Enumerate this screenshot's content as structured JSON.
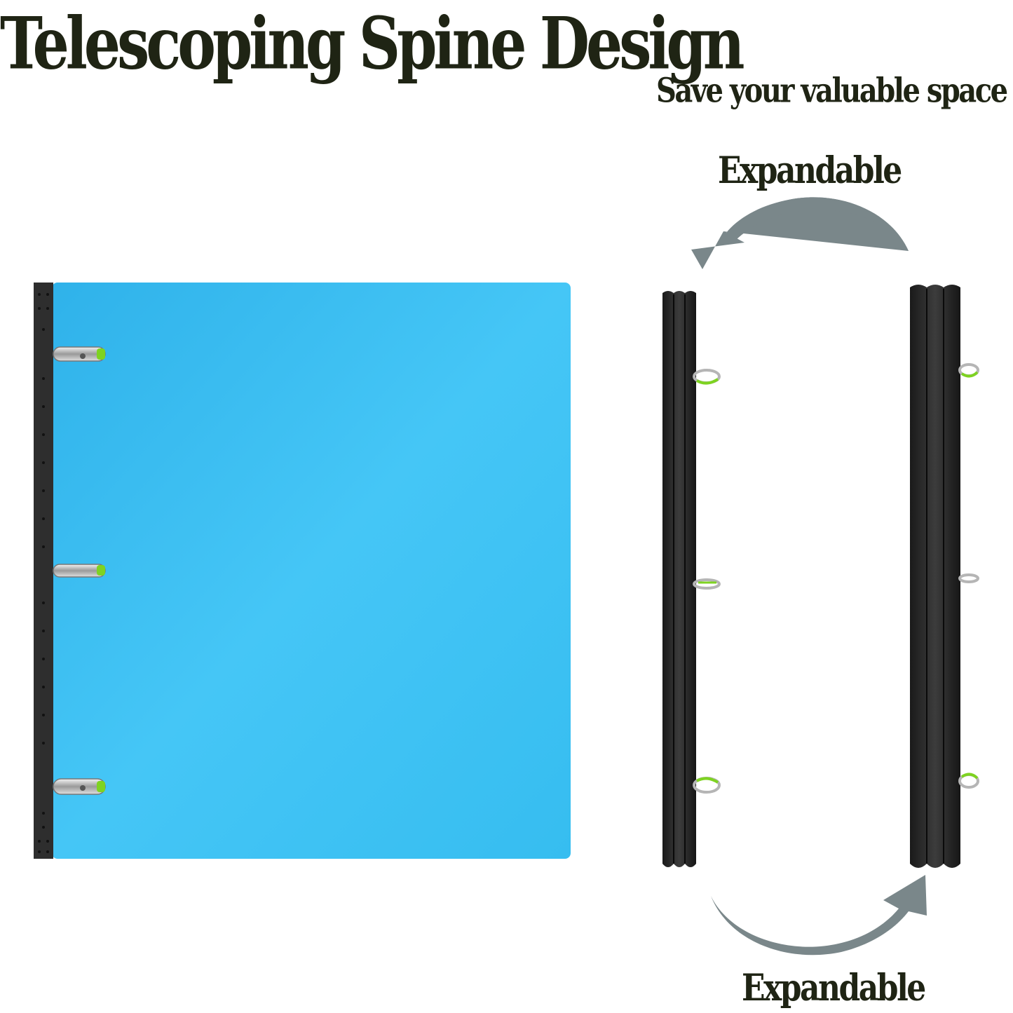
{
  "heading": {
    "title": "Telescoping Spine Design",
    "subtitle": "Save your valuable space"
  },
  "labels": {
    "expandable_top": "Expandable",
    "expandable_bottom": "Expandable"
  },
  "colors": {
    "text": "#1f2414",
    "cover": "#39bff2",
    "spine": "#2b2b2b",
    "arrow": "#7a878a",
    "ring_accent": "#7ed321"
  },
  "icons": {
    "top_arrow": "curved-arrow-left-icon",
    "bottom_arrow": "curved-arrow-right-icon"
  }
}
